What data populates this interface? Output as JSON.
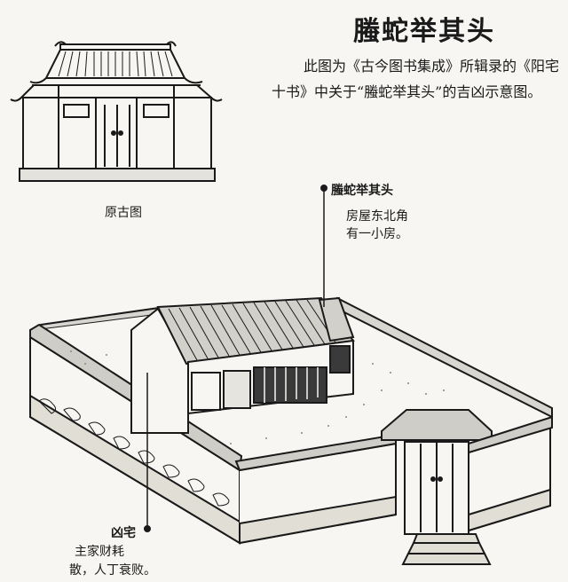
{
  "title": "螣蛇举其头",
  "description": "此图为《古今图书集成》所辑录的《阳宅十书》中关于“螣蛇举其头”的吉凶示意图。",
  "captions": {
    "original": "原古图",
    "snake_head_title": "螣蛇举其头",
    "snake_head_line1": "房屋东北角",
    "snake_head_line2": "有一小房。",
    "ominous_title": "凶宅",
    "ominous_line1": "主家财耗",
    "ominous_line2": "散，人丁衰败。"
  },
  "colors": {
    "ink": "#1a1a1a",
    "paper": "#f7f6f2"
  }
}
